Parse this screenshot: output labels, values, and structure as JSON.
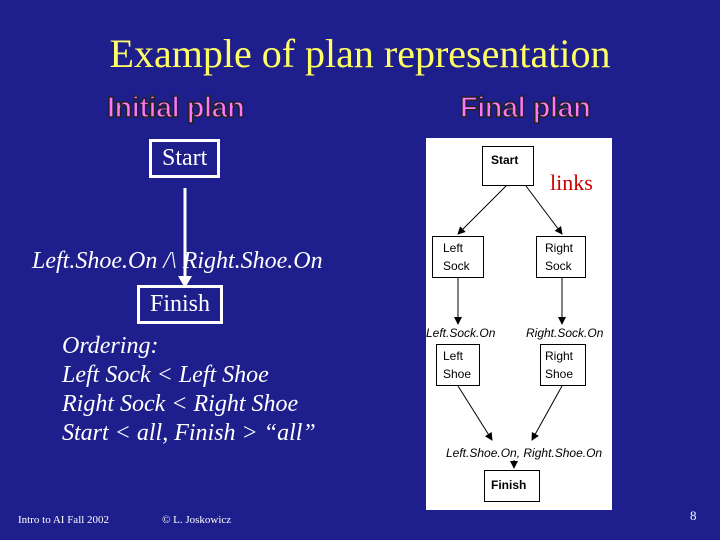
{
  "title": "Example of plan representation",
  "initial_plan": {
    "heading": "Initial plan",
    "start": "Start",
    "goal": "Left.Shoe.On /\\ Right.Shoe.On",
    "finish": "Finish",
    "ordering": [
      "Ordering:",
      "Left Sock < Left Shoe",
      "Right Sock < Right Shoe",
      "Start < all, Finish > “all”"
    ]
  },
  "final_plan": {
    "heading": "Final plan",
    "links_label": "links",
    "start": "Start",
    "left_sock": [
      "Left",
      "Sock"
    ],
    "right_sock": [
      "Right",
      "Sock"
    ],
    "left_sock_on": "Left.Sock.On",
    "right_sock_on": "Right.Sock.On",
    "left_shoe": [
      "Left",
      "Shoe"
    ],
    "right_shoe": [
      "Right",
      "Shoe"
    ],
    "shoes_on": "Left.Shoe.On, Right.Shoe.On",
    "finish": "Finish"
  },
  "footer": {
    "course": "Intro to AI  Fall 2002",
    "copyright": "© L. Joskowicz",
    "page_number": "8"
  },
  "colors": {
    "background": "#1e1e8c",
    "title": "#ffff66",
    "heading": "#ff77ff",
    "links": "#cc0000"
  }
}
